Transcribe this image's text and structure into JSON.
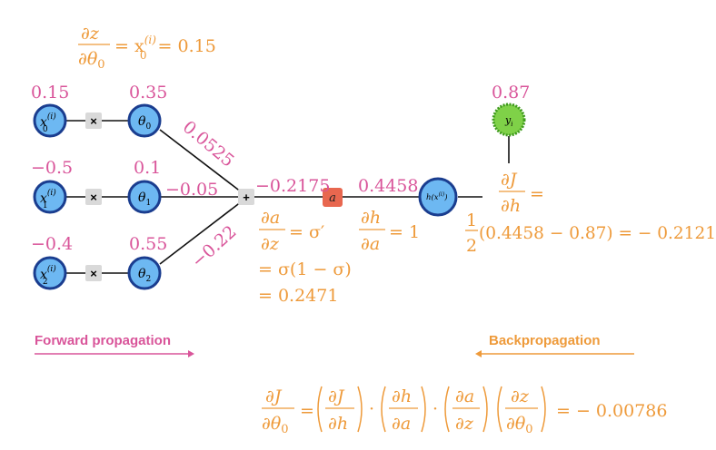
{
  "colors": {
    "forward": "#d9559a",
    "backward": "#ee9a3a",
    "node_fill": "#6db8f2",
    "node_stroke": "#1a3d8f",
    "op_box": "#d9d9d9",
    "activation_box": "#e8674f",
    "label_node_fill": "#7fd148",
    "label_node_stroke": "#3e9a1c"
  },
  "inputs": [
    {
      "node_label": "x",
      "sup": "(i)",
      "sub": "0",
      "value": "0.15"
    },
    {
      "node_label": "x",
      "sup": "(i)",
      "sub": "1",
      "value": "−0.5"
    },
    {
      "node_label": "x",
      "sup": "(i)",
      "sub": "2",
      "value": "−0.4"
    }
  ],
  "weights": [
    {
      "node_label": "θ",
      "sub": "0",
      "value": "0.35",
      "product": "0.0525"
    },
    {
      "node_label": "θ",
      "sub": "1",
      "value": "0.1",
      "product": "−0.05"
    },
    {
      "node_label": "θ",
      "sub": "2",
      "value": "0.55",
      "product": "−0.22"
    }
  ],
  "multiply_symbol": "×",
  "sum_symbol": "+",
  "sum_value": "−0.2175",
  "activation_label": "a",
  "activation_value": "0.4458",
  "hypothesis_label": "h(x",
  "hypothesis_sup": "(i)",
  "hypothesis_close": ")",
  "target": {
    "label": "y",
    "sub": "i",
    "value": "0.87"
  },
  "derivatives": {
    "dz_dtheta0": {
      "num": "∂z",
      "den": "∂θ",
      "den_sub": "0",
      "rhs_1": "= x",
      "rhs_sup": "(i)",
      "rhs_sub": "0",
      "rhs_2": "= 0.15"
    },
    "da_dz": {
      "num": "∂a",
      "den": "∂z",
      "rhs": "= σ′",
      "line2": "= σ(1 − σ)",
      "line3": "= 0.2471"
    },
    "dh_da": {
      "num": "∂h",
      "den": "∂a",
      "rhs": "= 1"
    },
    "dJ_dh": {
      "num": "∂J",
      "den": "∂h",
      "rhs": "=",
      "half_num": "1",
      "half_den": "2",
      "expr": "(0.4458 − 0.87) = − 0.2121"
    }
  },
  "forward_label": "Forward propagation",
  "backward_label": "Backpropagation",
  "chain_rule": {
    "lhs_num": "∂J",
    "lhs_den": "∂θ",
    "lhs_sub": "0",
    "f1_num": "∂J",
    "f1_den": "∂h",
    "f2_num": "∂h",
    "f2_den": "∂a",
    "f3_num": "∂a",
    "f3_den": "∂z",
    "f4_num": "∂z",
    "f4_den": "∂θ",
    "f4_sub": "0",
    "dot": "·",
    "result": "= − 0.00786"
  }
}
